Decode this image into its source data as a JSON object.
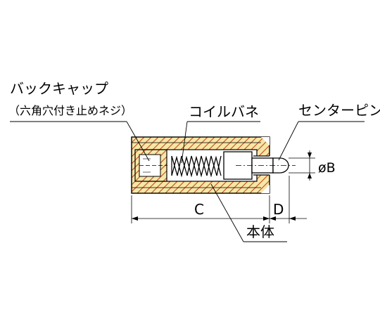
{
  "labels": {
    "back_cap": "バックキャップ",
    "back_cap_note": "（六角穴付き止めネジ）",
    "coil_spring": "コイルバネ",
    "center_pin": "センターピン",
    "body": "本体",
    "dim_b": "øB",
    "dim_c": "C",
    "dim_d": "D"
  },
  "colors": {
    "body_fill": "#f6e7a6",
    "hatch": "#c4481f",
    "line": "#000000",
    "background": "#ffffff"
  }
}
